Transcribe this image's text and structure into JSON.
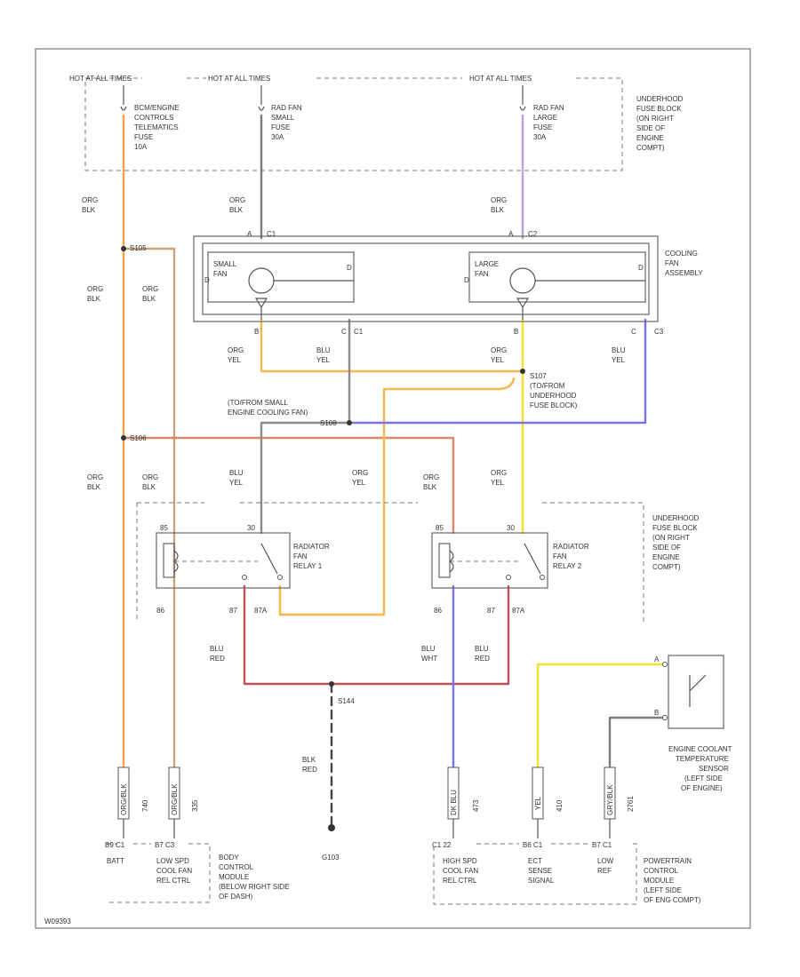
{
  "colors": {
    "org_blk": "#f3a24b",
    "org_blk_thin": "#c9a27a",
    "org_yel": "#f5b84a",
    "blu_yel": "#8a8a8a",
    "pnk_blk": "#d98a6a",
    "ppl_wht": "#b8a3d8",
    "yel": "#f2e32a",
    "blu": "#7b72e8",
    "red": "#c0505a",
    "gray": "#7d7d7d"
  },
  "fuse_block": {
    "hot_labels": [
      "HOT AT ALL TIMES",
      "HOT AT ALL TIMES",
      "HOT AT ALL TIMES"
    ],
    "fuse1": [
      "BCM/ENGINE",
      "CONTROLS",
      "TELEMATICS",
      "FUSE",
      "10A"
    ],
    "fuse2": [
      "RAD FAN",
      "SMALL",
      "FUSE",
      "30A"
    ],
    "fuse3": [
      "RAD FAN",
      "LARGE",
      "FUSE",
      "30A"
    ],
    "title": [
      "UNDERHOOD",
      "FUSE BLOCK",
      "(ON RIGHT",
      "SIDE OF",
      "ENGINE",
      "COMPT)"
    ]
  },
  "wire_labels": {
    "org_blk": [
      "ORG",
      "BLK"
    ],
    "org_yel": [
      "ORG",
      "YEL"
    ],
    "blu_yel": [
      "BLU",
      "YEL"
    ],
    "blu_red": [
      "BLU",
      "RED"
    ],
    "blu_wht": [
      "BLU",
      "WHT"
    ],
    "blk_red": [
      "BLK",
      "RED"
    ]
  },
  "cooling_fan": {
    "small": [
      "SMALL",
      "FAN"
    ],
    "large": [
      "LARGE",
      "FAN"
    ],
    "title": [
      "COOLING",
      "FAN",
      "ASSEMBLY"
    ],
    "c1": "C1",
    "c2": "C2",
    "c3": "C3",
    "pin_a": "A",
    "pin_b": "B",
    "pin_c": "C",
    "pin_d": "D"
  },
  "splices": {
    "s105": "S105",
    "s106": "S106",
    "s107": "S107",
    "s107_note": [
      "(TO/FROM",
      "UNDERHOOD",
      "FUSE BLOCK)"
    ],
    "s108": "S108",
    "s108_note": [
      "(TO/FROM SMALL",
      "ENGINE COOLING FAN)"
    ],
    "s144": "S144"
  },
  "relays": {
    "relay1": [
      "RADIATOR",
      "FAN",
      "RELAY 1"
    ],
    "relay2": [
      "RADIATOR",
      "FAN",
      "RELAY 2"
    ],
    "pin30": "30",
    "pin85": "85",
    "pin86": "86",
    "pin87": "87",
    "pin87a": "87A",
    "fuse_block2": [
      "UNDERHOOD",
      "FUSE BLOCK",
      "(ON RIGHT",
      "SIDE OF",
      "ENGINE",
      "COMPT)"
    ]
  },
  "ground": {
    "label": "G103"
  },
  "sensor": {
    "title": [
      "ENGINE COOLANT",
      "TEMPERATURE",
      "SENSOR",
      "(LEFT SIDE",
      "OF ENGINE)"
    ],
    "pin_a": "A",
    "pin_b": "B"
  },
  "connectors": {
    "c1_wire": "ORG/BLK",
    "c1_num": "740",
    "c2_wire": "ORG/BLK",
    "c2_num": "335",
    "c3_wire": "DK BLU",
    "c3_num": "473",
    "c4_wire": "YEL",
    "c4_num": "410",
    "c5_wire": "GRY/BLK",
    "c5_num": "2761"
  },
  "bcm": {
    "pin_batt": "B9 C1",
    "pin_low": "B7 C3",
    "batt": "BATT",
    "low_spd": [
      "LOW SPD",
      "COOL FAN",
      "REL CTRL"
    ],
    "title": [
      "BODY",
      "CONTROL",
      "MODULE",
      "(BELOW RIGHT SIDE",
      "OF DASH)"
    ]
  },
  "pcm": {
    "pin_high": "C1 22",
    "pin_ect": "B6 C1",
    "pin_low": "B7 C1",
    "high_spd": [
      "HIGH SPD",
      "COOL FAN",
      "REL CTRL"
    ],
    "ect": [
      "ECT",
      "SENSE",
      "SIGNAL"
    ],
    "low_ref": [
      "LOW",
      "REF"
    ],
    "title": [
      "POWERTRAIN",
      "CONTROL",
      "MODULE",
      "(LEFT SIDE",
      "OF ENG COMPT)"
    ]
  },
  "footer": {
    "code": "W09393"
  }
}
